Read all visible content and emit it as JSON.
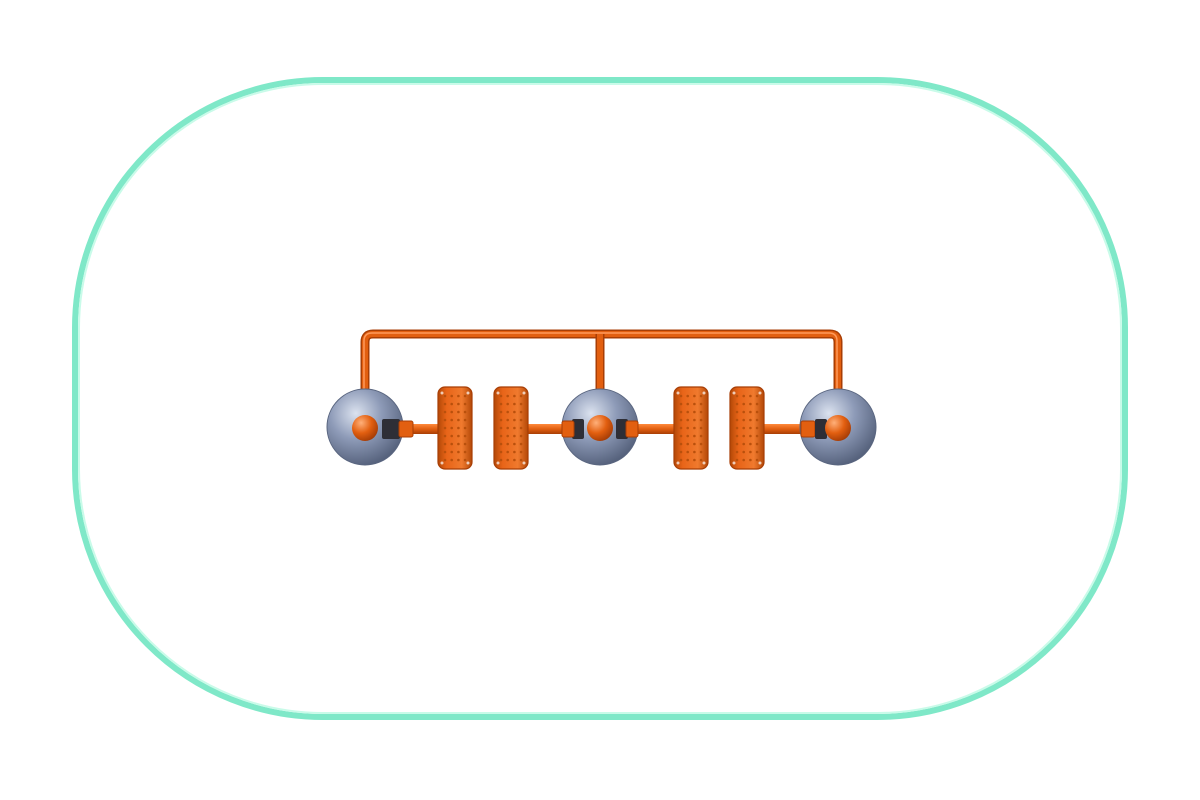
{
  "scene": {
    "colors": {
      "background": "#ffffff",
      "track": "#7fe8c8",
      "track_highlight": "#c9fbe9",
      "pipe": "#e25f10",
      "pipe_light": "#ff8a3d",
      "pipe_dark": "#a83e05",
      "pad": "#e86418",
      "pad_dark": "#b34807",
      "sphere": "#8e9bb8",
      "sphere_light": "#dbe2ef",
      "sphere_dark": "#4e5a74",
      "fitting": "#2e2e36"
    },
    "components": [
      {
        "id": "tank-left",
        "kind": "sphere-tank",
        "icon": "gas-tank-icon"
      },
      {
        "id": "pad-1",
        "kind": "brake-pad",
        "icon": "pad-icon"
      },
      {
        "id": "pad-2",
        "kind": "brake-pad",
        "icon": "pad-icon"
      },
      {
        "id": "tank-center",
        "kind": "sphere-tank",
        "icon": "gas-tank-icon"
      },
      {
        "id": "pad-3",
        "kind": "brake-pad",
        "icon": "pad-icon"
      },
      {
        "id": "pad-4",
        "kind": "brake-pad",
        "icon": "pad-icon"
      },
      {
        "id": "tank-right",
        "kind": "sphere-tank",
        "icon": "gas-tank-icon"
      }
    ]
  }
}
